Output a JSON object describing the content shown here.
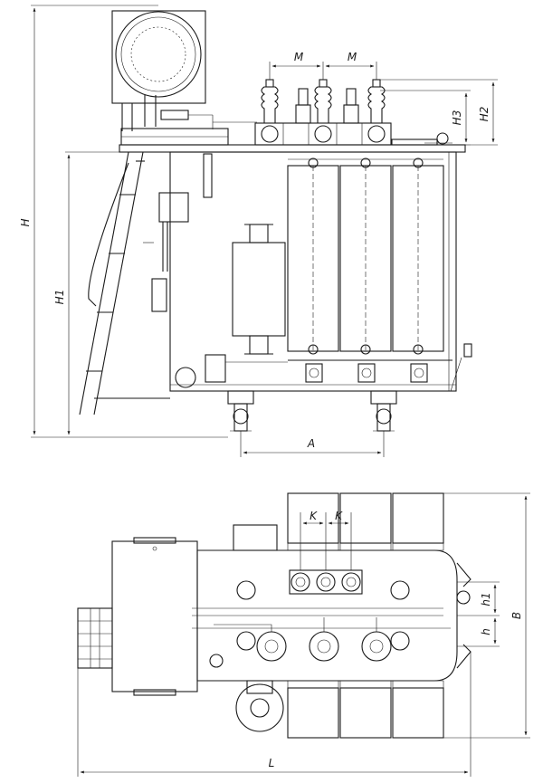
{
  "views": {
    "side_view": {
      "dimensions": {
        "H": "H",
        "H1": "H1",
        "H2": "H2",
        "H3": "H3",
        "M_left": "M",
        "M_right": "M",
        "A": "A"
      }
    },
    "top_view": {
      "dimensions": {
        "K_left": "K",
        "K_right": "K",
        "h1": "h1",
        "h": "h",
        "B": "B",
        "L": "L"
      }
    }
  },
  "colors": {
    "line": "#1a1a1a",
    "background": "#ffffff"
  }
}
